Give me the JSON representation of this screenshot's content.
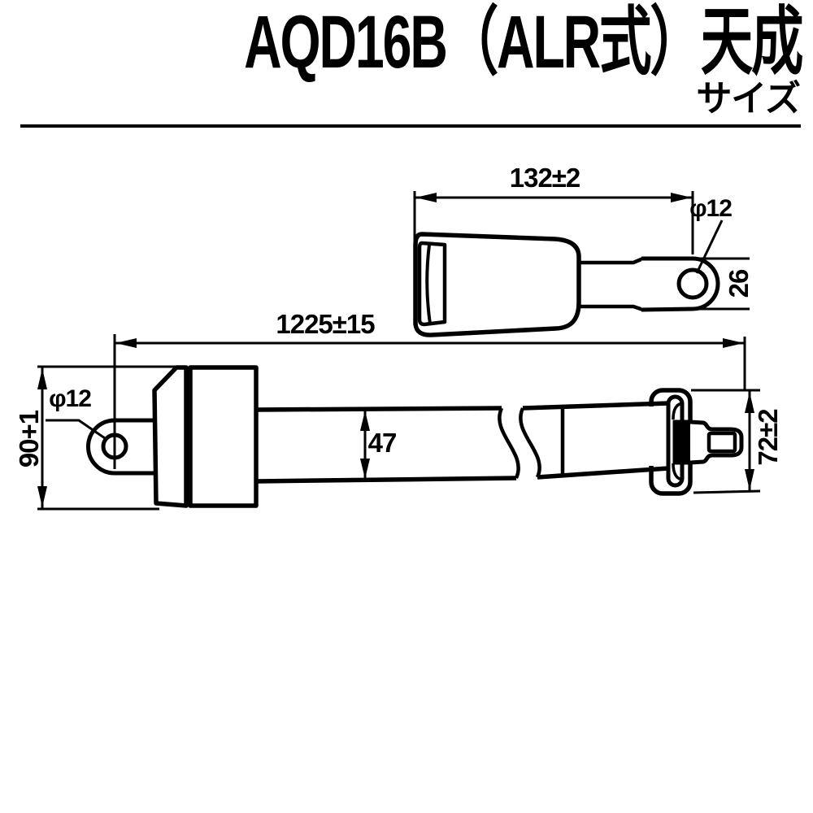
{
  "header": {
    "title": "AQD16B（ALR式）天成",
    "subtitle": "サイズ"
  },
  "drawing": {
    "top_view": {
      "length": "132±2",
      "hole_diameter": "φ12",
      "eye_plate_width": "26"
    },
    "bottom_view": {
      "overall_length": "1225±15",
      "hole_diameter": "φ12",
      "retractor_height": "90+1",
      "webbing_width": "47",
      "tongue_sleeve_height": "72±2"
    }
  },
  "colors": {
    "line": "#000000",
    "background": "#ffffff"
  }
}
